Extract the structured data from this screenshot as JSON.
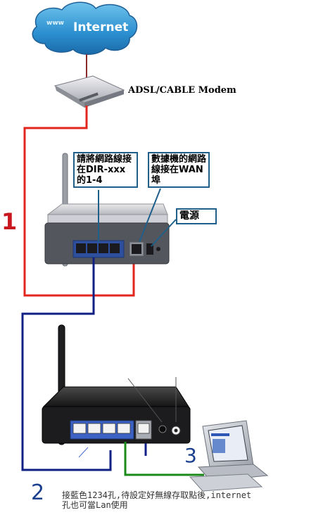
{
  "cloud": {
    "label": "Internet",
    "www": "www"
  },
  "modem": {
    "label": "ADSL/CABLE Modem"
  },
  "callouts": {
    "lan_ports": "請將網路線接在DIR-xxx的1-4",
    "wan_port": "數據機的網路線接在WAN埠",
    "power": "電源"
  },
  "numbers": {
    "one": "1",
    "two": "2",
    "three": "3"
  },
  "note": "接藍色1234孔,待設定好無線存取點後,internet孔也可當Lan使用",
  "colors": {
    "red_cable": "#e3261d",
    "blue_cable": "#0f1f84",
    "green_cable": "#1a8a1a",
    "callout_border": "#1f5f8a",
    "number_one": "#c8171e",
    "number_two": "#1a3f8f"
  }
}
